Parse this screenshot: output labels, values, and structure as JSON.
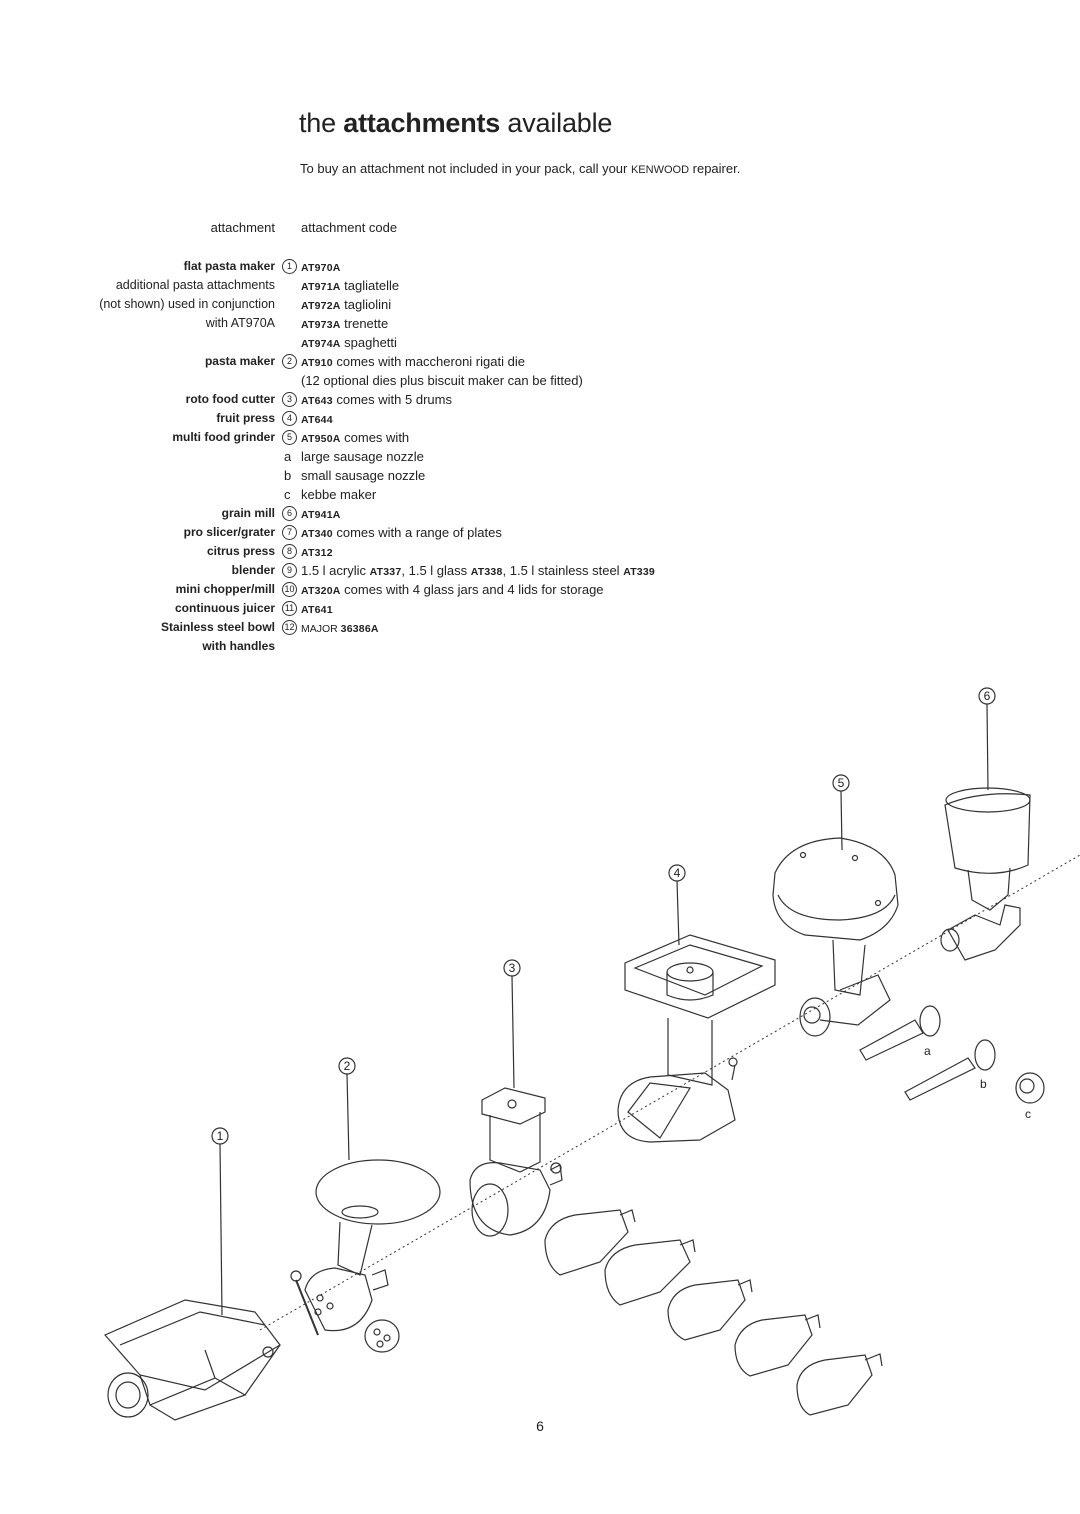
{
  "title": {
    "light1": "the ",
    "bold": "attachments",
    "light2": " available"
  },
  "intro": {
    "text1": "To buy an attachment not included in your pack, call your ",
    "brand": "KENWOOD",
    "text2": " repairer."
  },
  "headers": {
    "left": "attachment",
    "right": "attachment code"
  },
  "rows": [
    {
      "label": "flat pasta maker",
      "num": "1",
      "code": "AT970A",
      "text": ""
    },
    {
      "label": "additional pasta attachments",
      "code": "AT971A",
      "text": " tagliatelle"
    },
    {
      "label": "(not shown) used in conjunction",
      "code": "AT972A",
      "text": " tagliolini"
    },
    {
      "label": "with AT970A",
      "code": "AT973A",
      "text": " trenette"
    },
    {
      "label": "",
      "code": "AT974A",
      "text": " spaghetti"
    },
    {
      "label": "pasta maker",
      "num": "2",
      "code": "AT910",
      "text": " comes with maccheroni rigati die"
    },
    {
      "label": "",
      "code": "",
      "text": "(12 optional dies plus biscuit maker can be fitted)"
    },
    {
      "label": "roto food cutter",
      "num": "3",
      "code": "AT643",
      "text": " comes with 5 drums"
    },
    {
      "label": "fruit press",
      "num": "4",
      "code": "AT644",
      "text": ""
    },
    {
      "label": "multi food grinder",
      "num": "5",
      "code": "AT950A",
      "text": " comes with"
    },
    {
      "label": "",
      "prefix": "a",
      "code": "",
      "text": "large sausage nozzle"
    },
    {
      "label": "",
      "prefix": "b",
      "code": "",
      "text": "small sausage nozzle"
    },
    {
      "label": "",
      "prefix": "c",
      "code": "",
      "text": "kebbe maker"
    },
    {
      "label": "grain mill",
      "num": "6",
      "code": "AT941A",
      "text": ""
    },
    {
      "label": "pro slicer/grater",
      "num": "7",
      "code": "AT340",
      "text": " comes with a range of plates"
    },
    {
      "label": "citrus press",
      "num": "8",
      "code": "AT312",
      "text": ""
    },
    {
      "label": "blender",
      "num": "9",
      "code": "",
      "text": "1.5 l acrylic "
    },
    {
      "label": "mini chopper/mill",
      "num": "10",
      "code": "AT320A",
      "text": " comes with 4 glass jars and 4 lids for storage"
    },
    {
      "label": "continuous juicer",
      "num": "11",
      "code": "AT641",
      "text": ""
    },
    {
      "label": "Stainless steel bowl",
      "num": "12",
      "code": "",
      "text": ""
    },
    {
      "label": "with handles",
      "code": "",
      "text": ""
    }
  ],
  "blender_line": {
    "t1": "1.5 l acrylic ",
    "c1": "AT337",
    "t2": ", 1.5 l glass ",
    "c2": "AT338",
    "t3": ", 1.5 l stainless steel ",
    "c3": "AT339"
  },
  "bowl_line": {
    "t1": "MAJOR ",
    "c1": "36386A"
  },
  "diagram_labels": {
    "n1": "1",
    "n2": "2",
    "n3": "3",
    "n4": "4",
    "n5": "5",
    "n6": "6",
    "a": "a",
    "b": "b",
    "c": "c"
  },
  "page_number": "6"
}
